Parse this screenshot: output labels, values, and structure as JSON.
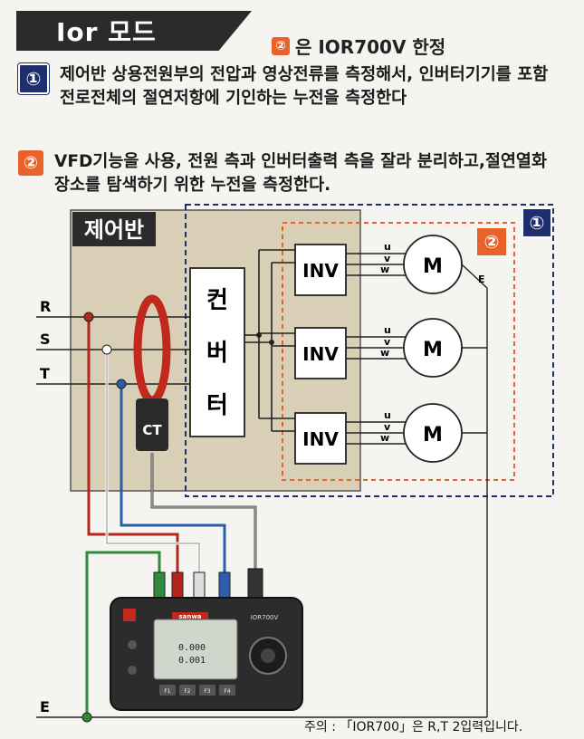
{
  "header": {
    "title": "Ior 모드",
    "limit_badge": "②",
    "limit_text": "은 IOR700V 한정"
  },
  "items": [
    {
      "badge": "①",
      "text": "제어반 상용전원부의 전압과 영상전류를 측정해서, 인버터기기를 포함 전로전체의 절연저항에 기인하는 누전을 측정한다",
      "color": "#1f2f6e"
    },
    {
      "badge": "②",
      "text": "VFD기능을 사용, 전원 측과 인버터출력 측을 잘라 분리하고,절연열화 장소를 탐색하기 위한 누전을 측정한다.",
      "color": "#e8622a"
    }
  ],
  "diagram": {
    "panel_label": "제어반",
    "converter_label": [
      "컨",
      "버",
      "터"
    ],
    "inv_label": "INV",
    "motor_label": "M",
    "ct_label": "CT",
    "phase_labels": [
      "R",
      "S",
      "T"
    ],
    "output_labels": [
      "u",
      "v",
      "w"
    ],
    "earth_label": "E",
    "motor_earth_label": "E",
    "zone1_badge": "①",
    "zone2_badge": "②",
    "colors": {
      "red": "#b3261e",
      "white": "#ffffff",
      "blue": "#2a5ea8",
      "green": "#2f8a3c",
      "orange": "#e8622a",
      "navy": "#1f2f6e",
      "panel": "#d9cfb6"
    }
  },
  "device": {
    "model_small": "IOR700V",
    "brand": "sanwa",
    "readout_lines": [
      "0.000",
      "0.001"
    ],
    "buttons": [
      "F1",
      "F2",
      "F3",
      "F4"
    ]
  },
  "note": "주의 : 「IOR700」은 R,T 2입력입니다."
}
